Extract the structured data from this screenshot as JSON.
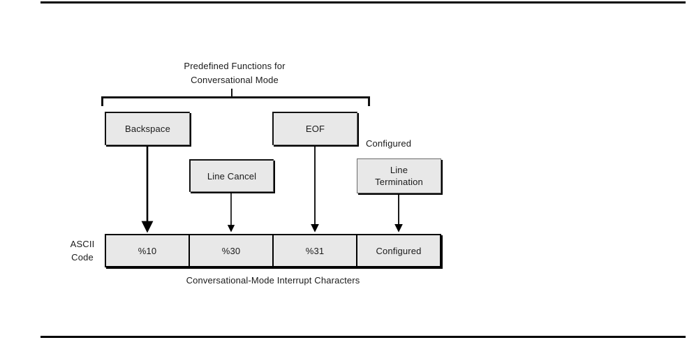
{
  "diagram": {
    "title_lines": {
      "line1": "Predefined Functions for",
      "line2": "Conversational Mode"
    },
    "configured_note": "Configured",
    "function_boxes": [
      {
        "label": "Backspace",
        "name": "box-backspace"
      },
      {
        "label": "Line Cancel",
        "name": "box-line-cancel"
      },
      {
        "label": "EOF",
        "name": "box-eof"
      },
      {
        "label": "Line\nTermination",
        "name": "box-line-termination",
        "line1": "Line",
        "line2": "Termination"
      }
    ],
    "ascii_label": {
      "line1": "ASCII",
      "line2": "Code"
    },
    "ascii_cells": [
      {
        "value": "%10"
      },
      {
        "value": "%30"
      },
      {
        "value": "%31"
      },
      {
        "value": "Configured"
      }
    ],
    "caption": "Conversational-Mode Interrupt Characters",
    "colors": {
      "box_fill": "#e8e8e8",
      "box_border": "#6a6a6a",
      "shadow": "#000000",
      "line": "#000000",
      "text": "#1a1a1a"
    }
  }
}
